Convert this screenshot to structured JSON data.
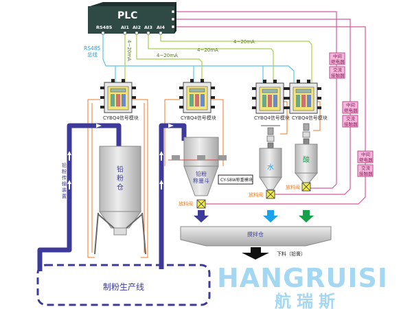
{
  "plc": {
    "title": "PLC",
    "ports": [
      "RS485",
      "AI1",
      "AI2",
      "AI3",
      "AI4"
    ]
  },
  "signals": {
    "current": "4~20mA",
    "rs485_line": [
      "RS485",
      "总线"
    ]
  },
  "modules": {
    "label": "CYBQ4信号模块",
    "count": 4
  },
  "weighing_module": "CY-S8W称重模块",
  "relays": [
    {
      "top": [
        "中间",
        "继电器"
      ],
      "bottom": [
        "交流",
        "接触器"
      ]
    },
    {
      "top": [
        "中间",
        "继电器"
      ],
      "bottom": [
        "交流",
        "接触器"
      ]
    },
    {
      "top": [
        "中间",
        "继电器"
      ],
      "bottom": [
        "交流",
        "接触器"
      ]
    }
  ],
  "vessels": {
    "lead_silo": [
      "铅",
      "粉",
      "仓"
    ],
    "hopper": [
      "铅粉",
      "称量斗"
    ],
    "water": "水",
    "acid": "酸",
    "mixer": "搅拌仓"
  },
  "valve_label": "放料阀",
  "conveyor_label": [
    "铅",
    "粉",
    "传",
    "输",
    "装",
    "置"
  ],
  "discharge_label": "下料（铅膏）",
  "production_line": "制粉生产线",
  "watermark": {
    "latin": "HANGRUISI",
    "chinese": "航瑞斯"
  },
  "colors": {
    "plc": "#2f4a45",
    "pipe": "#3d3a9a",
    "signal_green": "#a8cf4a",
    "rs485_blue": "#5bc4e8",
    "relay_pink": "#d45a9a",
    "orange": "#f07a20",
    "water_arrow": "#1aa3e8",
    "acid_arrow": "#16a04a"
  }
}
